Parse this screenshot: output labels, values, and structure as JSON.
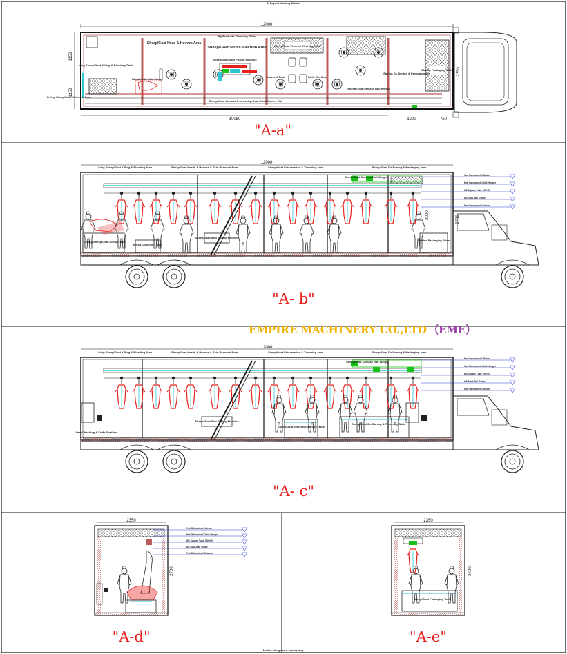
{
  "page_title": "S: Layout drawing Mobile",
  "page_footer": "Mobile slaughter & processing",
  "brand": {
    "name": "EMPIRE MACHINERY CO.,LTD",
    "abbr": "（EME）",
    "color_name": "#f2b300",
    "color_abbr": "#9b3fa8"
  },
  "colors": {
    "label": "#e8201c",
    "rail": "#2fc8d0",
    "carcass": "#e8201c",
    "pillar": "#b85c5c",
    "line": "#111111"
  },
  "view_a": {
    "label": "\"A-a\"",
    "dims": {
      "length": "12000",
      "inner": "10050",
      "cab1": "1200",
      "cab2": "750",
      "h1": "1150",
      "h2": "1150",
      "width": "2350"
    },
    "areas": {
      "head": "Sheep/Goat Head & Hooves Area",
      "skin": "Sheep/Goat Skin Collection Area",
      "byproducts": "By Products Trimming Table",
      "cleaning": "Sheep/Goat Visceral Cleaning Table",
      "deboning": "Station De-Boning & Packaging Area",
      "packaging": "Station Packaging Table",
      "rail": "Sheep/Goat Carcass Processing Dual-Orbit Convey Rail",
      "blood": "Blood Collection Tank",
      "living": "Living Sheep/Goat Killing & Bleeding Table",
      "entrance": "Living Sheep/Goat Entrance Door",
      "weight": "Sheep/Goat Carcass Rail Weight",
      "skin_machine": "Sheep/Goat Skin Pulling Machine",
      "visceral": "Visceral Table",
      "sterilizer": "Knife Sterilizer"
    }
  },
  "view_b": {
    "label": "\"A- b\"",
    "total": "12000",
    "height": "2700",
    "h_inner": "2000",
    "zones": [
      "Living Sheep/Goat Killing & Bleeding Area",
      "Sheep/Goat Heads & Hooves & Skin Removal Area",
      "Sheep/Goat Evisceration & Trimming Area",
      "Sheep/Goat De-Boning & Packaging Area"
    ],
    "labels": {
      "weight": "Sheep/Goat Carcass Rail Weight",
      "skin": "Sheep/Goat Skin Pulling Machine",
      "blood": "Blood Collection Tank",
      "living": "Living Sheep/Goat Killing Table",
      "packaging": "Station Packaging Table"
    }
  },
  "view_c": {
    "label": "\"A- c\"",
    "total": "12000",
    "zones": [
      "Living Sheep/Goat Killing & Bleeding Area",
      "Sheep/Goat Heads & Hooves & Skin Removal Area",
      "Sheep/Goat Evisceration & Trimming Area",
      "Sheep/Goat De-Boning & Packaging Area"
    ],
    "labels": {
      "weight": "Sheep/Goat Carcass Rail Weight",
      "skin": "Sheep/Goat Skin Pulling Machine",
      "visceral": "Sheep/Goat Visceral Cleaning Table",
      "deboning": "Sheep/Goat De-Boning & Trimming Table",
      "hand": "Hand Washing & Knife Sterilizer"
    }
  },
  "view_d": {
    "label": "\"A-d\"",
    "width": "2350",
    "height": "2700"
  },
  "view_e": {
    "label": "\"A-e\"",
    "width": "2350",
    "height": "2700",
    "table": "Sheep/Goat Packaging Table"
  },
  "legend": [
    "Hot Galvanized I-Beam",
    "Hot Galvanized Orbit Hanger",
    "Ø8 Square Tube (40*40)",
    "Ø8 Dual-Rail Guide",
    "Hot Galvanized Column"
  ]
}
